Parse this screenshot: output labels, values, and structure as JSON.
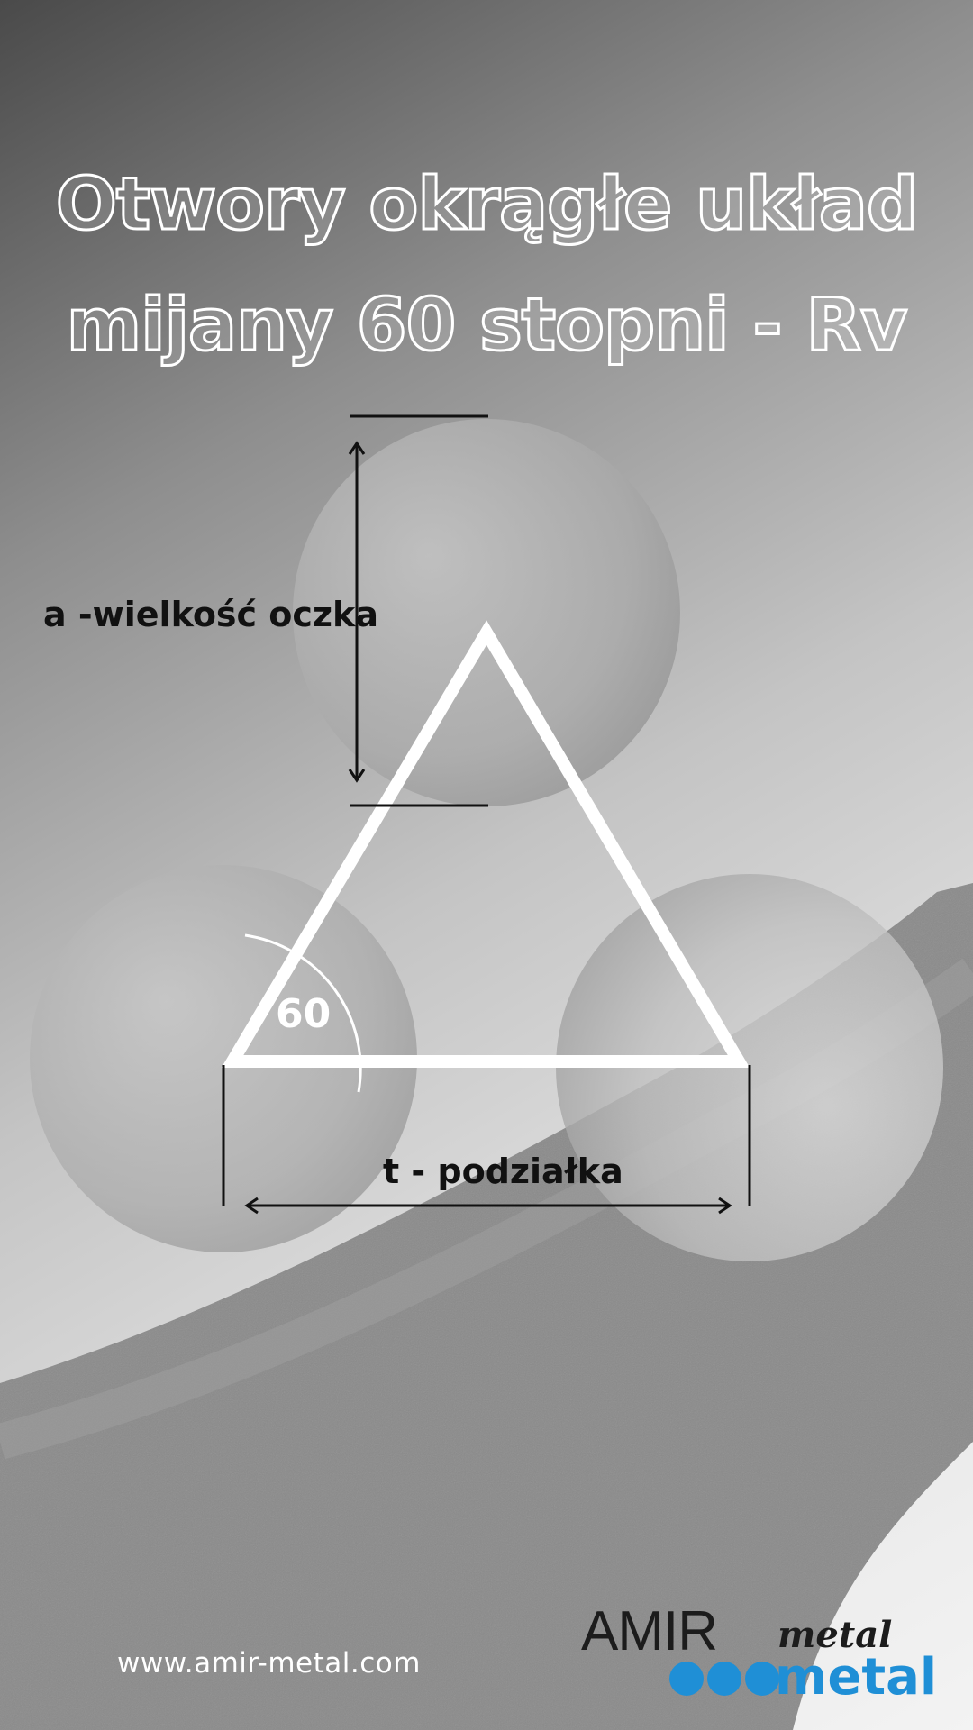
{
  "title": {
    "line1": "Otwory okrągłe układ",
    "line2": "mijany 60 stopni - Rv"
  },
  "diagram": {
    "label_a": "a -wielkość oczka",
    "label_t": "t - podziałka",
    "angle": "60"
  },
  "footer": {
    "website": "www.amir-metal.com",
    "logo": {
      "main": "AMIR",
      "script": "metal",
      "secondary": "metal",
      "accent_color": "#1f8fd6"
    }
  }
}
